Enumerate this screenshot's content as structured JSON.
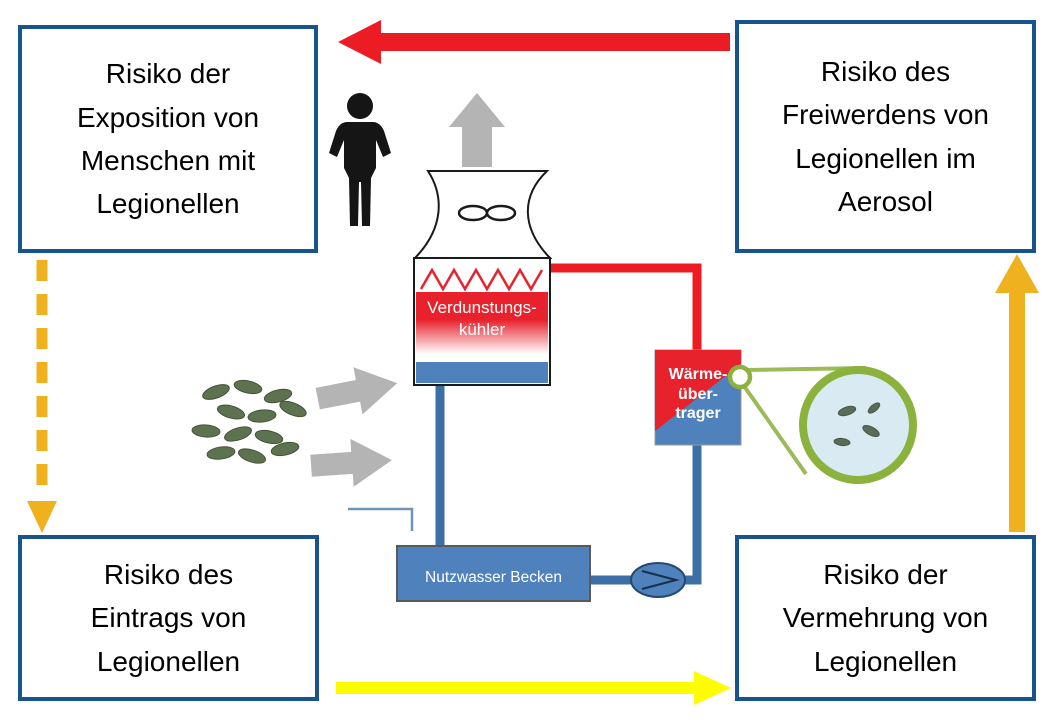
{
  "boxes": {
    "top_left": "Risiko der\nExposition von\nMenschen mit\nLegionellen",
    "top_right": "Risiko des\nFreiwerdens von\nLegionellen im\nAerosol",
    "bottom_left": "Risiko des\nEintrags von\nLegionellen",
    "bottom_right": "Risiko der\nVermehrung von\nLegionellen"
  },
  "diagram": {
    "evaporative_cooler_label": "Verdunstungs-\nkühler",
    "heat_exchanger_label": "Wärme-\nüber-\ntrager",
    "basin_label": "Nutzwasser Becken"
  },
  "icons": {
    "person": "person-silhouette-icon",
    "bacteria_cluster": "legionella-bacteria-icon",
    "magnifier": "magnified-bacteria-view-icon",
    "fan": "cooling-tower-fan-icon",
    "pump": "pump-icon"
  },
  "colors": {
    "box_border": "#17548f",
    "arrow_red": "#ec1c24",
    "arrow_orange": "#f0b11e",
    "arrow_yellow": "#fdfd00",
    "arrow_gray": "#b4b4b4",
    "pipe_blue": "#3c6fa5",
    "steel_blue": "#4f81bd",
    "cooler_red": "#e8222d",
    "ring_green": "#8cb23e",
    "bacteria_green": "#5d7350",
    "magnifier_fill": "#d9eaf2",
    "silhouette_black": "#151515"
  }
}
